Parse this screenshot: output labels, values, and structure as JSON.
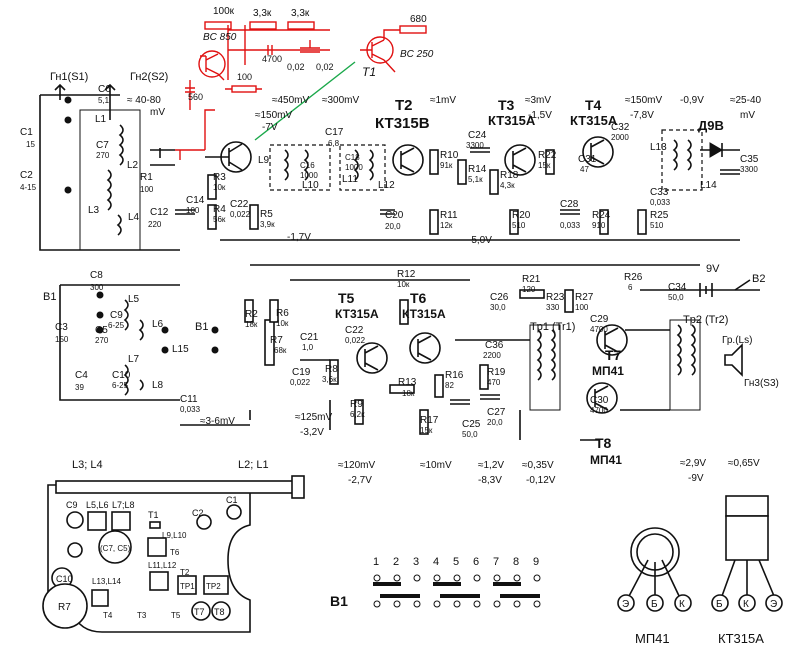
{
  "top_labels": {
    "gn1": "Гн1(S1)",
    "gn2": "Гн2(S2)",
    "lvl_40_80": "≈ 40-80",
    "lvl_40_80_unit": "mV",
    "lvl_450": "≈450mV",
    "lvl_300": "≈300mV",
    "lvl_150": "≈150mV",
    "lvl_7v": "-7V",
    "lvl_1mv": "≈1mV",
    "lvl_3mv": "≈3mV",
    "lvl_3mv_v": "-1,5V",
    "lvl_150mv_b": "≈150mV",
    "lvl_150mv_b_v": "-7,8V",
    "lvl_09v": "-0,9V",
    "lvl_25_40": "≈25-40",
    "lvl_25_40_unit": "mV",
    "lvl_17v": "-1,7V",
    "lvl_50v": "-5,0V",
    "lvl_3_6": "≈3-6mV",
    "lvl_125": "≈125mV",
    "lvl_125_v": "-3,2V",
    "lvl_120": "≈120mV",
    "lvl_120_v": "-2,7V",
    "lvl_10mv": "≈10mV",
    "lvl_12v": "≈1,2V",
    "lvl_12v_v": "-8,3V",
    "lvl_035": "≈0,35V",
    "lvl_035_v": "-0,12V",
    "lvl_29": "≈2,9V",
    "lvl_29_v": "-9V",
    "lvl_065": "≈0,65V",
    "supply": "9V"
  },
  "transistors": {
    "t2": "T2",
    "t2_type": "КТ315В",
    "t3": "T3",
    "t3_type": "КТ315А",
    "t4": "T4",
    "t4_type": "КТ315А",
    "t5": "T5",
    "t5_type": "КТ315А",
    "t6": "T6",
    "t6_type": "КТ315А",
    "t7": "T7",
    "t7_type": "МП41",
    "t8": "T8",
    "t8_type": "МП41",
    "d9": "Д9В"
  },
  "components": {
    "c1": "C1",
    "c1v": "15",
    "c2": "C2",
    "c2v": "4-15",
    "c6": "C6",
    "c6v": "5,1",
    "c7": "C7",
    "c7v": "270",
    "r1": "R1",
    "r1v": "100",
    "c12": "C12",
    "c12v": "220",
    "c14": "C14",
    "c14v": "100",
    "r3": "R3",
    "r3v": "10к",
    "r4": "R4",
    "r4v": "56к",
    "c22": "C22",
    "c22v": "0,022",
    "r5": "R5",
    "r5v": "3,9к",
    "c16": "C16",
    "c16v": "1000",
    "c17": "C17",
    "c17v": "6,8",
    "c18": "C18",
    "c18v": "1000",
    "c20": "C20",
    "c20v": "20,0",
    "r10": "R10",
    "r10v": "91к",
    "r11": "R11",
    "r11v": "12к",
    "r14": "R14",
    "r14v": "5,1к",
    "c24": "C24",
    "c24v": "3300",
    "r18": "R18",
    "r18v": "4,3к",
    "r20": "R20",
    "r20v": "510",
    "r22": "R22",
    "r22v": "15к",
    "c28": "C28",
    "c28v": "0,033",
    "c31": "C31",
    "c31v": "47",
    "c32": "C32",
    "c32v": "2000",
    "r24": "R24",
    "r24v": "910",
    "c33": "C33",
    "c33v": "0,033",
    "r25": "R25",
    "r25v": "510",
    "c35": "C35",
    "c35v": "3300",
    "c8": "C8",
    "c8v": "300",
    "c9": "C9",
    "c9v": "6-25",
    "c5": "C5",
    "c5v": "270",
    "c3": "C3",
    "c3v": "150",
    "c4": "C4",
    "c4v": "39",
    "c10": "C10",
    "c10v": "6-25",
    "c11": "C11",
    "c11v": "0,033",
    "r2": "R2",
    "r2v": "18к",
    "r6": "R6",
    "r6v": "10к",
    "r7": "R7",
    "r7v": "68к",
    "c21": "C21",
    "c21v": "1,0",
    "c19": "C19",
    "c19v": "0,022",
    "r8": "R8",
    "r8v": "3,6к",
    "r9": "R9",
    "r9v": "6,2к",
    "r12": "R12",
    "r12v": "10к",
    "r13": "R13",
    "r13v": "18к",
    "r16": "R16",
    "r16v": "82",
    "r17": "R17",
    "r17v": "15к",
    "c25": "C25",
    "c25v": "50,0",
    "c36": "C36",
    "c36v": "2200",
    "r19": "R19",
    "r19v": "470",
    "c27": "C27",
    "c27v": "20,0",
    "c26": "C26",
    "c26v": "30,0",
    "r21": "R21",
    "r21v": "120",
    "r23": "R23",
    "r23v": "330",
    "r27": "R27",
    "r27v": "100",
    "r26": "R26",
    "r26v": "6",
    "c34": "C34",
    "c34v": "50,0",
    "c29": "C29",
    "c29v": "4700",
    "c30": "C30",
    "c30v": "4700",
    "tr1": "Tp1 (Tr1)",
    "tr2": "Tp2 (Tr2)",
    "ls": "Гр.(Ls)",
    "gn3": "Гн3(S3)",
    "b2": "B2",
    "b1": "B1"
  },
  "inductors": [
    "L1",
    "L2",
    "L3",
    "L4",
    "L5",
    "L6",
    "L7",
    "L8",
    "L9",
    "L10",
    "L11",
    "L12",
    "L13",
    "L14",
    "L15"
  ],
  "red_mod": {
    "r_100k": "100к",
    "r_33k_a": "3,3к",
    "r_33k_b": "3,3к",
    "bc850": "BC 850",
    "c_4700": "4700",
    "r_100": "100",
    "c_560": "560",
    "c_002a": "0,02",
    "c_002b": "0,02",
    "t1": "T1",
    "r_680": "680",
    "bc250": "BC 250"
  },
  "board": {
    "hdr_l3l4": "L3; L4",
    "hdr_l2l1": "L2; L1",
    "c9": "C9",
    "l5l6": "L5,L6",
    "l7l8": "L7;L8",
    "c7c5": "(C7, C5)",
    "t1": "T1",
    "l9l10": "L9,L10",
    "l11l12": "L11,L12",
    "t6": "T6",
    "t2": "T2",
    "t3": "T3",
    "r7": "R7",
    "l13l14": "L13,L14",
    "t4": "T4",
    "t5": "T5",
    "t7": "T7",
    "t8": "T8",
    "c10": "C10",
    "c1": "C1",
    "c2": "C2",
    "tp1": "TP1",
    "tp2": "TP2"
  },
  "switch": {
    "label": "B1",
    "numbers": [
      "1",
      "2",
      "3",
      "4",
      "5",
      "6",
      "7",
      "8",
      "9"
    ]
  },
  "pinouts": {
    "mp41": {
      "name": "МП41",
      "pins": [
        "Э",
        "Б",
        "К"
      ]
    },
    "kt315": {
      "name": "КТ315А",
      "pins": [
        "Б",
        "К",
        "Э"
      ]
    }
  },
  "colors": {
    "ink": "#111111",
    "mod": "#e01010",
    "pointer": "#1aa84a"
  }
}
